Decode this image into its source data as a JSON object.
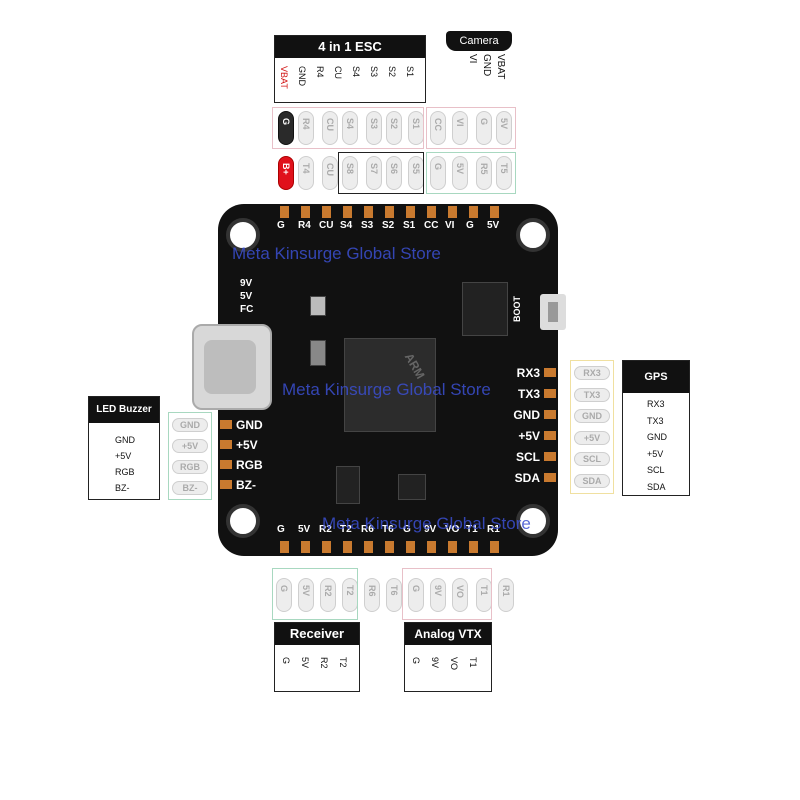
{
  "esc": {
    "title": "4 in 1 ESC",
    "pins": [
      "VBAT",
      "GND",
      "R4",
      "CU",
      "S4",
      "S3",
      "S2",
      "S1"
    ]
  },
  "camera": {
    "title": "Camera",
    "pins": [
      "VBAT",
      "GND",
      "VI"
    ]
  },
  "top_row1_tips": [
    "G",
    "R4",
    "CU",
    "S4",
    "S3",
    "S2",
    "S1",
    "CC",
    "VI",
    "G",
    "5V"
  ],
  "top_row2_tips": [
    "B+",
    "T4",
    "CU",
    "S8",
    "S7",
    "S6",
    "S5",
    "G",
    "5V",
    "R5",
    "T5"
  ],
  "board_top_labels": [
    "G",
    "R4",
    "CU",
    "S4",
    "S3",
    "S2",
    "S1",
    "CC",
    "VI",
    "G",
    "5V"
  ],
  "board_bottom_labels": [
    "G",
    "5V",
    "R2",
    "T2",
    "R6",
    "T6",
    "G",
    "9V",
    "VO",
    "T1",
    "R1"
  ],
  "board_left_labels": [
    "GND",
    "+5V",
    "RGB",
    "BZ-"
  ],
  "board_right_labels": [
    "RX3",
    "TX3",
    "GND",
    "+5V",
    "SCL",
    "SDA"
  ],
  "board_small_labels": [
    "9V",
    "5V",
    "FC",
    "BOOT"
  ],
  "chip_text": "ARM",
  "gps": {
    "title": "GPS",
    "pins": [
      "RX3",
      "TX3",
      "GND",
      "+5V",
      "SCL",
      "SDA"
    ]
  },
  "led": {
    "title": "LED  Buzzer",
    "pins": [
      "GND",
      "+5V",
      "RGB",
      "BZ-"
    ]
  },
  "receiver": {
    "title": "Receiver",
    "pins": [
      "G",
      "5V",
      "R2",
      "T2"
    ]
  },
  "vtx": {
    "title": "Analog VTX",
    "pins": [
      "G",
      "9V",
      "VO",
      "T1"
    ]
  },
  "bottom_tips": [
    "G",
    "5V",
    "R2",
    "T2",
    "R6",
    "T6",
    "G",
    "9V",
    "VO",
    "T1",
    "R1"
  ],
  "watermark": "Meta Kinsurge Global Store",
  "colors": {
    "board": "#111111",
    "pad": "#c97a2f",
    "gnd_wire": "#2a2a2a",
    "bat_wire": "#e0111b",
    "watermark": "#3b4fd0",
    "group_green": "#a8d8c0",
    "group_pink": "#e8c0c8",
    "group_yellow": "#f0e0a0"
  }
}
